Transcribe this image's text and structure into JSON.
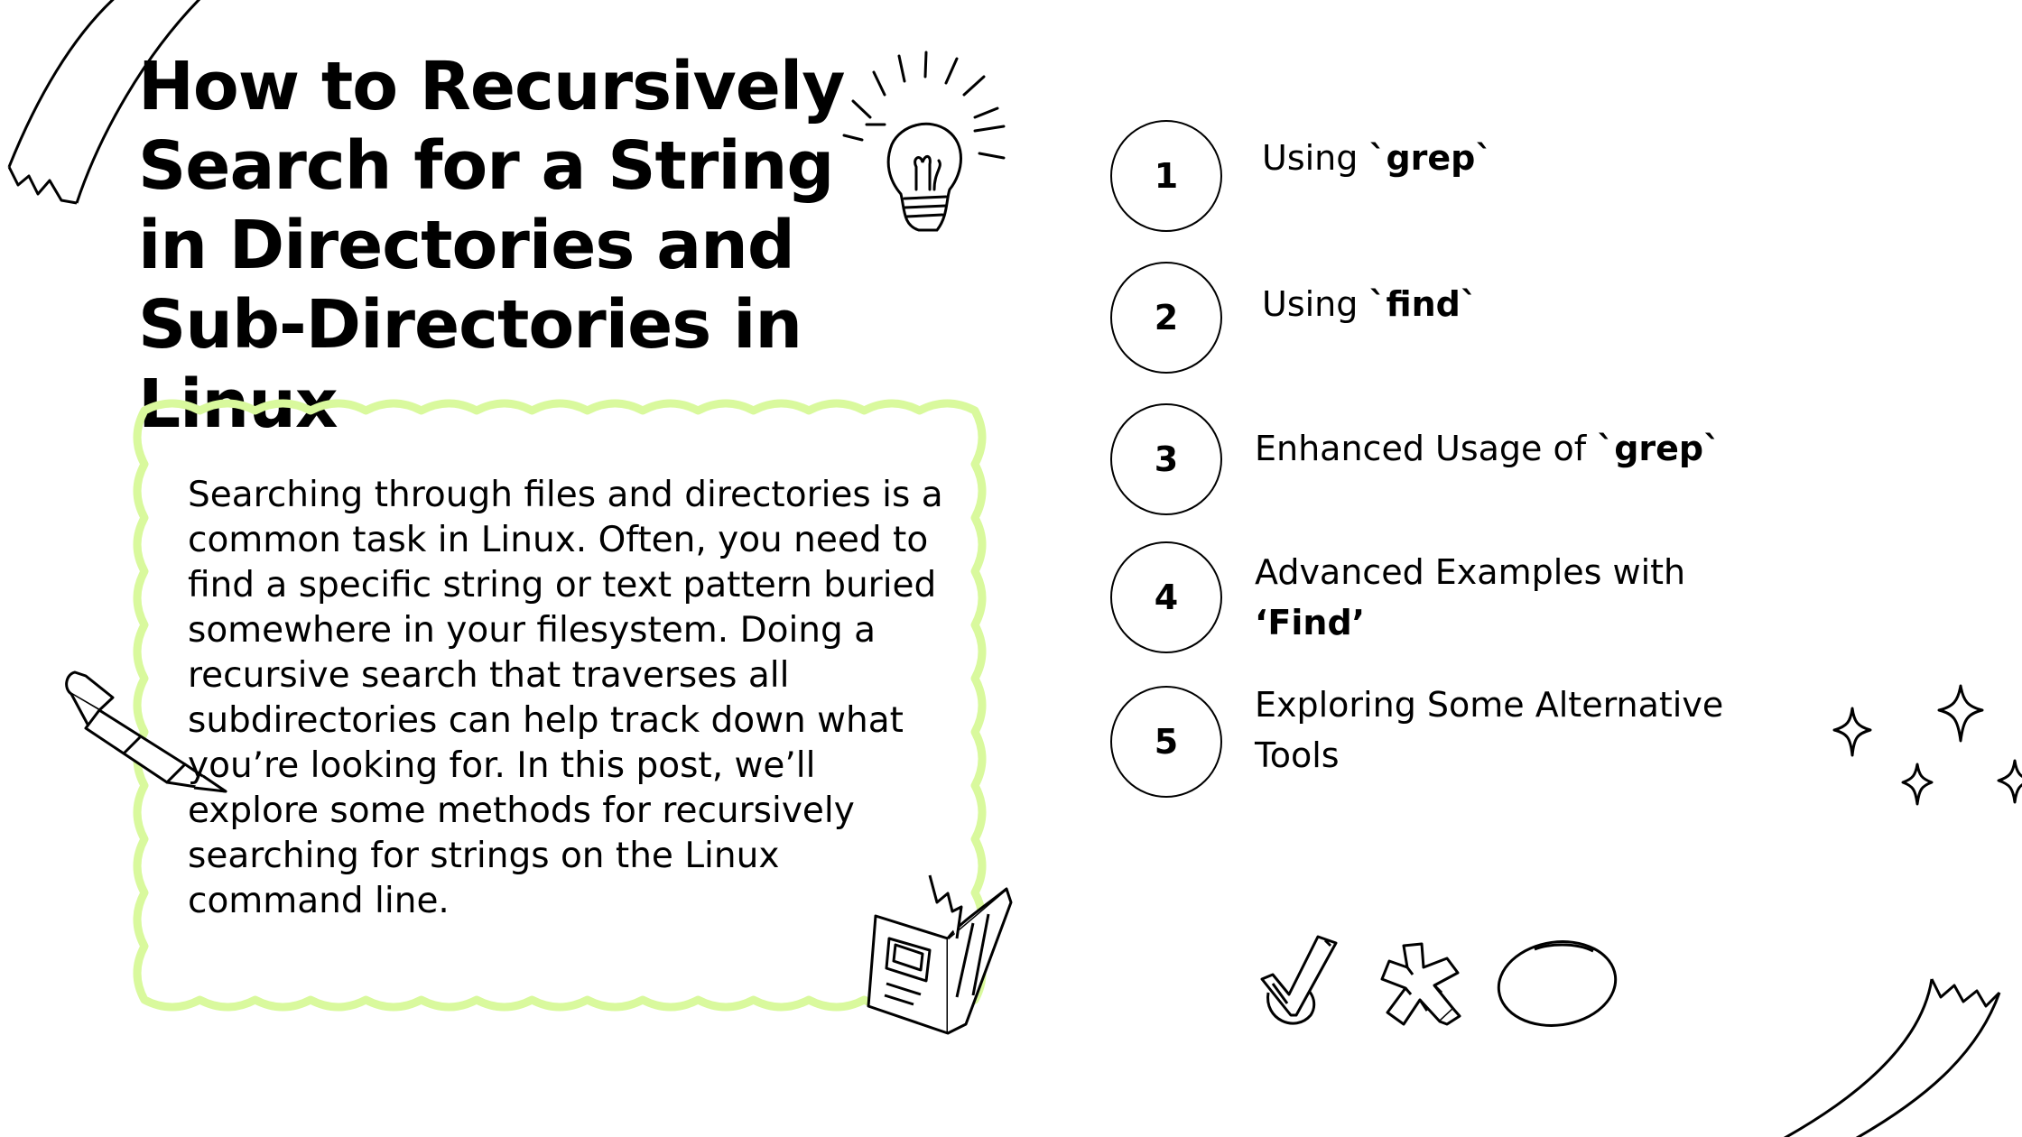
{
  "title": "How to Recursively Search for a String in Directories and Sub-Directories in Linux",
  "intro": "Searching through files and directories is a common task in Linux. Often, you need to find a specific string or text pattern buried somewhere in your filesystem. Doing a recursive search that traverses all subdirectories can help track down what you’re looking for. In this post, we’ll explore some methods for recursively searching for strings on the Linux command line.",
  "steps": [
    {
      "number": "1",
      "text": "Using ",
      "bold": "`grep`"
    },
    {
      "number": "2",
      "text": "Using ",
      "bold": "`find`"
    },
    {
      "number": "3",
      "text": "Enhanced Usage of ",
      "bold": "`grep`"
    },
    {
      "number": "4",
      "text": "Advanced Examples with ",
      "bold": "‘Find’"
    },
    {
      "number": "5",
      "text": "Exploring Some Alternative Tools",
      "bold": ""
    }
  ],
  "colors": {
    "accent": "#d9f99d",
    "ink": "#000000",
    "background": "#ffffff"
  },
  "icons": [
    "ribbon-icon",
    "lightbulb-icon",
    "pen-icon",
    "book-icon",
    "sparkle-icon",
    "checkmark-icon",
    "cross-icon",
    "oval-icon"
  ]
}
